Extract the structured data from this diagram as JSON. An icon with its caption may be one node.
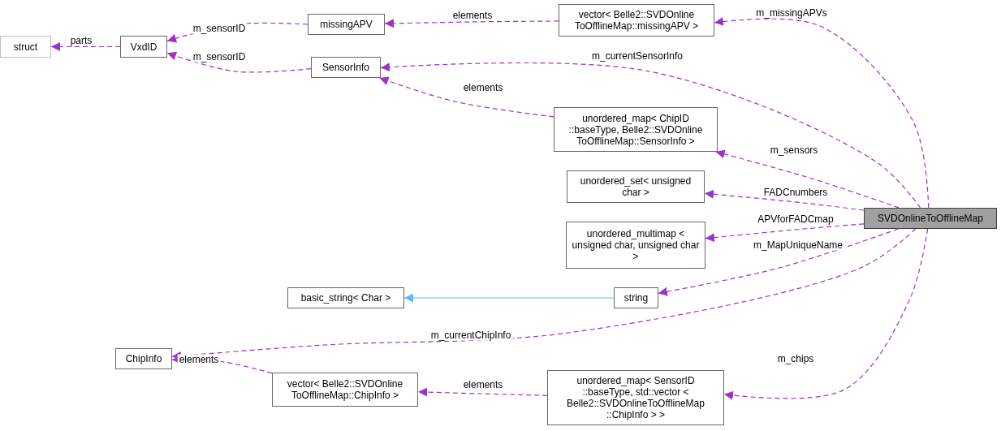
{
  "diagram": {
    "nodes": [
      {
        "text": [
          "struct"
        ]
      },
      {
        "text": [
          "VxdID"
        ]
      },
      {
        "text": [
          "missingAPV"
        ]
      },
      {
        "text": [
          "SensorInfo"
        ]
      },
      {
        "text": [
          "vector< Belle2::SVDOnline ToOfflineMap::missingAPV >"
        ]
      },
      {
        "text": [
          "unordered_map< ChipID ::baseType, Belle2::SVDOnline ToOfflineMap::SensorInfo >"
        ]
      },
      {
        "text": [
          "unordered_set< unsigned char >"
        ]
      },
      {
        "text": [
          "unordered_multimap < unsigned char, unsigned char >"
        ]
      },
      {
        "text": [
          "basic_string< Char >"
        ]
      },
      {
        "text": [
          "string"
        ]
      },
      {
        "text": [
          "ChipInfo"
        ]
      },
      {
        "text": [
          "vector< Belle2::SVDOnline ToOfflineMap::ChipInfo >"
        ]
      },
      {
        "text": [
          "unordered_map< SensorID ::baseType, std::vector < Belle2::SVDOnlineToOfflineMap ::ChipInfo > >"
        ]
      },
      {
        "text": [
          "SVDOnlineToOfflineMap"
        ]
      }
    ],
    "edges": [
      {
        "from": 1,
        "to": 0,
        "arrow": "to",
        "label": "parts",
        "style": "dashed"
      },
      {
        "from": 2,
        "to": 1,
        "arrow": "to",
        "label": "m_sensorID",
        "style": "dashed"
      },
      {
        "from": 3,
        "to": 1,
        "arrow": "to",
        "label": "m_sensorID",
        "style": "dashed"
      },
      {
        "from": 4,
        "to": 2,
        "arrow": "to",
        "label": "elements",
        "style": "dashed"
      },
      {
        "from": 13,
        "to": 4,
        "arrow": "to",
        "label": "m_missingAPVs",
        "style": "dashed"
      },
      {
        "from": 13,
        "to": 3,
        "arrow": "to",
        "label": "m_currentSensorInfo",
        "style": "dashed"
      },
      {
        "from": 5,
        "to": 3,
        "arrow": "to",
        "label": "elements",
        "style": "dashed"
      },
      {
        "from": 13,
        "to": 5,
        "arrow": "to",
        "label": "m_sensors",
        "style": "dashed"
      },
      {
        "from": 13,
        "to": 6,
        "arrow": "to",
        "label": "FADCnumbers",
        "style": "dashed"
      },
      {
        "from": 13,
        "to": 7,
        "arrow": "to",
        "label": "APVforFADCmap",
        "style": "dashed"
      },
      {
        "from": 13,
        "to": 9,
        "arrow": "to",
        "label": "m_MapUniqueName",
        "style": "dashed"
      },
      {
        "from": 9,
        "to": 8,
        "arrow": "to",
        "color": "#63b8ff"
      },
      {
        "from": 13,
        "to": 10,
        "arrow": "to",
        "label": "m_currentChipInfo",
        "style": "dashed"
      },
      {
        "from": 11,
        "to": 10,
        "arrow": "to",
        "label": "elements",
        "style": "dashed"
      },
      {
        "from": 12,
        "to": 11,
        "arrow": "to",
        "label": "elements",
        "style": "dashed"
      },
      {
        "from": 13,
        "to": 12,
        "arrow": "to",
        "label": "m_chips",
        "style": "dashed"
      }
    ]
  }
}
